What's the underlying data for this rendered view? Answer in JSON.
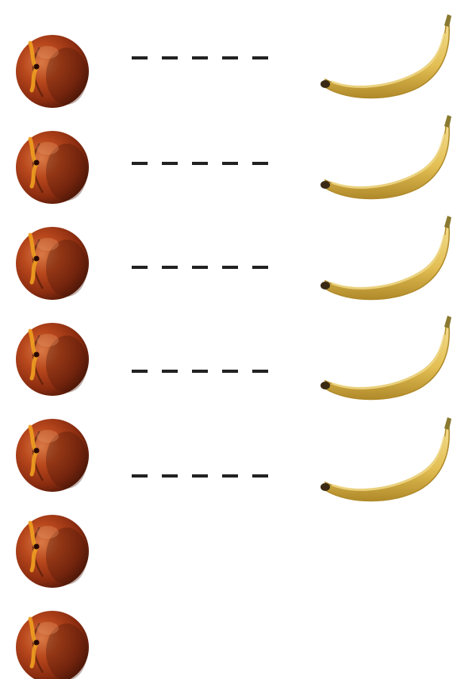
{
  "peaches": [
    {
      "icon": "peach-icon"
    },
    {
      "icon": "peach-icon"
    },
    {
      "icon": "peach-icon"
    },
    {
      "icon": "peach-icon"
    },
    {
      "icon": "peach-icon"
    },
    {
      "icon": "peach-icon"
    },
    {
      "icon": "peach-icon"
    }
  ],
  "bananas": [
    {
      "icon": "banana-icon"
    },
    {
      "icon": "banana-icon"
    },
    {
      "icon": "banana-icon"
    },
    {
      "icon": "banana-icon"
    },
    {
      "icon": "banana-icon"
    }
  ],
  "connectors": [
    {
      "style": "dashed"
    },
    {
      "style": "dashed"
    },
    {
      "style": "dashed"
    },
    {
      "style": "dashed"
    },
    {
      "style": "dashed"
    }
  ],
  "colors": {
    "background": "#ffffff",
    "peach_dark": "#4a1708",
    "peach_mid": "#9a3614",
    "peach_light": "#d4683a",
    "peach_highlight": "#f0a020",
    "banana_body": "#e3bf54",
    "banana_light": "#f3dc8c",
    "banana_shadow": "#b08a2a",
    "banana_tip": "#3a2a14",
    "dash": "#222222"
  }
}
